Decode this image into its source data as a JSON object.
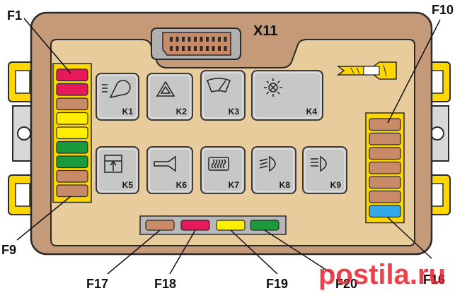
{
  "connector": {
    "label": "X11"
  },
  "fuses_left": [
    {
      "label": "F1",
      "color": "#e8195a"
    },
    {
      "label": "",
      "color": "#e8195a"
    },
    {
      "label": "",
      "color": "#c98a68"
    },
    {
      "label": "",
      "color": "#ffee00"
    },
    {
      "label": "",
      "color": "#ffee00"
    },
    {
      "label": "",
      "color": "#1a9a3a"
    },
    {
      "label": "",
      "color": "#1a9a3a"
    },
    {
      "label": "",
      "color": "#c98a68"
    },
    {
      "label": "F9",
      "color": "#c98a68"
    }
  ],
  "fuses_right": [
    {
      "label": "F10",
      "color": "#c98a68"
    },
    {
      "label": "",
      "color": "#c98a68"
    },
    {
      "label": "",
      "color": "#c98a68"
    },
    {
      "label": "",
      "color": "#c98a68"
    },
    {
      "label": "",
      "color": "#c98a68"
    },
    {
      "label": "",
      "color": "#c98a68"
    },
    {
      "label": "F16",
      "color": "#33a9e8"
    }
  ],
  "fuses_bottom": [
    {
      "label": "F17",
      "color": "#c98a68"
    },
    {
      "label": "F18",
      "color": "#e8195a"
    },
    {
      "label": "F19",
      "color": "#ffee00"
    },
    {
      "label": "F20",
      "color": "#1a9a3a"
    }
  ],
  "relays": [
    {
      "label": "K1",
      "icon": "wiper-washer-icon"
    },
    {
      "label": "K2",
      "icon": "hazard-triangle-icon"
    },
    {
      "label": "K3",
      "icon": "windshield-wiper-icon"
    },
    {
      "label": "K4",
      "icon": "lamp-icon"
    },
    {
      "label": "K5",
      "icon": "window-lift-icon"
    },
    {
      "label": "K6",
      "icon": "horn-icon"
    },
    {
      "label": "K7",
      "icon": "rear-defrost-icon"
    },
    {
      "label": "K8",
      "icon": "low-beam-icon"
    },
    {
      "label": "K9",
      "icon": "high-beam-icon"
    }
  ],
  "watermark": "postila.ru",
  "colors": {
    "housing": "#c49a78",
    "plate": "#e9cc9c",
    "relay": "#c7c7c7",
    "fuse_holder": "#ffd700",
    "outline": "#2a2a2a"
  }
}
